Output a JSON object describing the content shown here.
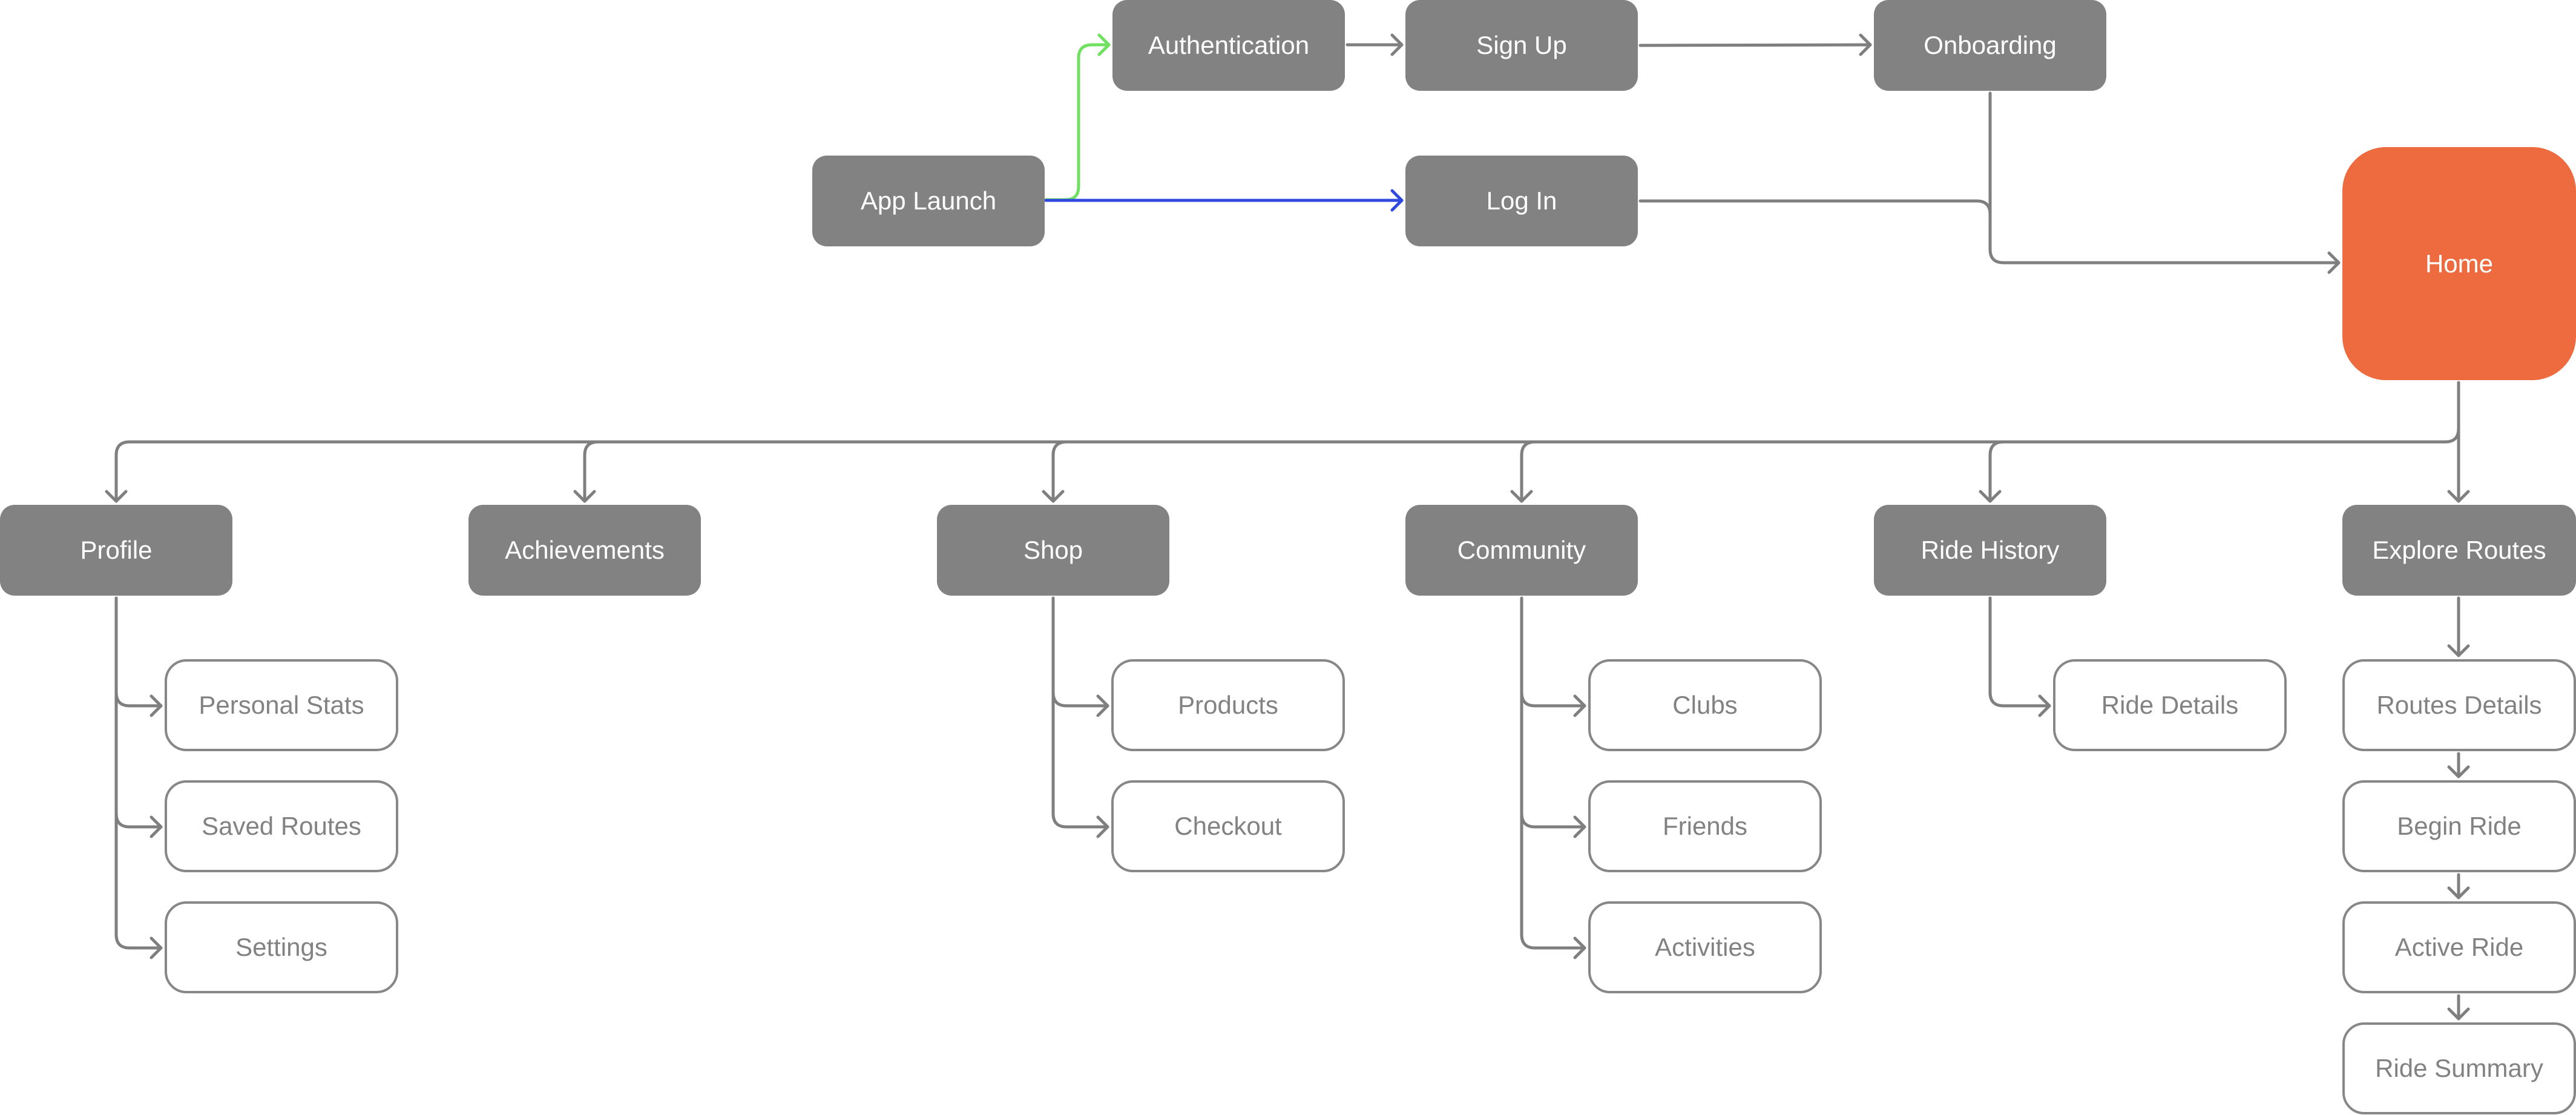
{
  "nodes": {
    "authentication": "Authentication",
    "sign_up": "Sign Up",
    "onboarding": "Onboarding",
    "app_launch": "App Launch",
    "log_in": "Log In",
    "home": "Home",
    "profile": "Profile",
    "achievements": "Achievements",
    "shop": "Shop",
    "community": "Community",
    "ride_history": "Ride History",
    "explore_routes": "Explore Routes",
    "personal_stats": "Personal Stats",
    "saved_routes": "Saved Routes",
    "settings": "Settings",
    "products": "Products",
    "checkout": "Checkout",
    "clubs": "Clubs",
    "friends": "Friends",
    "activities": "Activities",
    "ride_details": "Ride Details",
    "routes_details": "Routes Details",
    "begin_ride": "Begin Ride",
    "active_ride": "Active Ride",
    "ride_summary": "Ride Summary"
  },
  "colors": {
    "primary_node": "#828282",
    "secondary_border": "#878787",
    "home": "#ee6b3f",
    "connector": "#7f7f7f",
    "green_connector": "#6fe05f",
    "blue_connector": "#2f48e0"
  }
}
